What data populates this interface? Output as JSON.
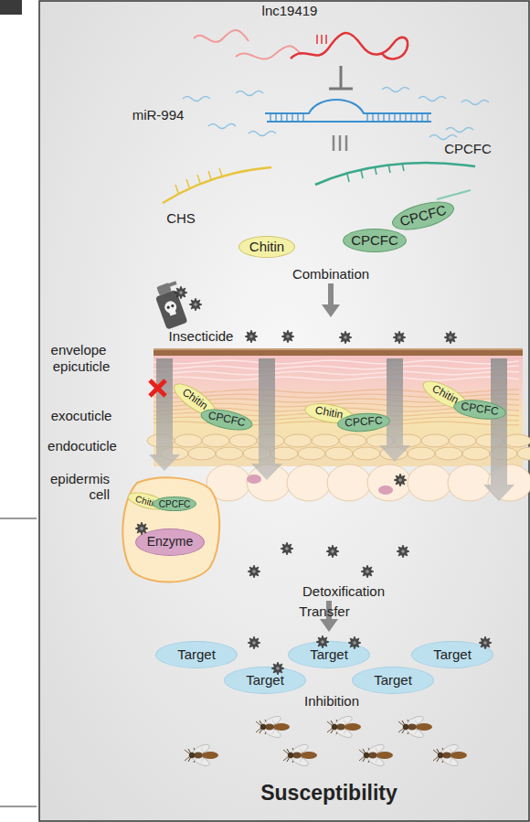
{
  "diagram": {
    "nodes": [
      {
        "text": [
          "Chitin"
        ]
      },
      {
        "text": [
          "CPCFC"
        ]
      },
      {
        "text": [
          "CPCFC"
        ]
      },
      {
        "text": [
          "Chitin"
        ]
      },
      {
        "text": [
          "CPCFC"
        ]
      },
      {
        "text": [
          "Chitin"
        ]
      },
      {
        "text": [
          "CPCFC"
        ]
      },
      {
        "text": [
          "Chitin"
        ]
      },
      {
        "text": [
          "CPCFC"
        ]
      },
      {
        "text": [
          "epidermis cell"
        ]
      },
      {
        "text": [
          "Chitin"
        ],
        "in": 9
      },
      {
        "text": [
          "CPCFC"
        ],
        "in": 9
      },
      {
        "text": [
          "Enzyme"
        ],
        "in": 9
      },
      {
        "text": [
          "Target"
        ]
      },
      {
        "text": [
          "Target"
        ]
      },
      {
        "text": [
          "Target"
        ]
      },
      {
        "text": [
          "Target"
        ]
      },
      {
        "text": [
          "Target"
        ]
      }
    ],
    "labels": [
      "lnc19419",
      "miR-994",
      "CPCFC",
      "CHS",
      "Combination",
      "Insecticide",
      "envelope",
      "epicuticle",
      "exocuticle",
      "endocuticle",
      "Detoxification",
      "Transfer",
      "Inhibition",
      "Susceptibility"
    ]
  }
}
